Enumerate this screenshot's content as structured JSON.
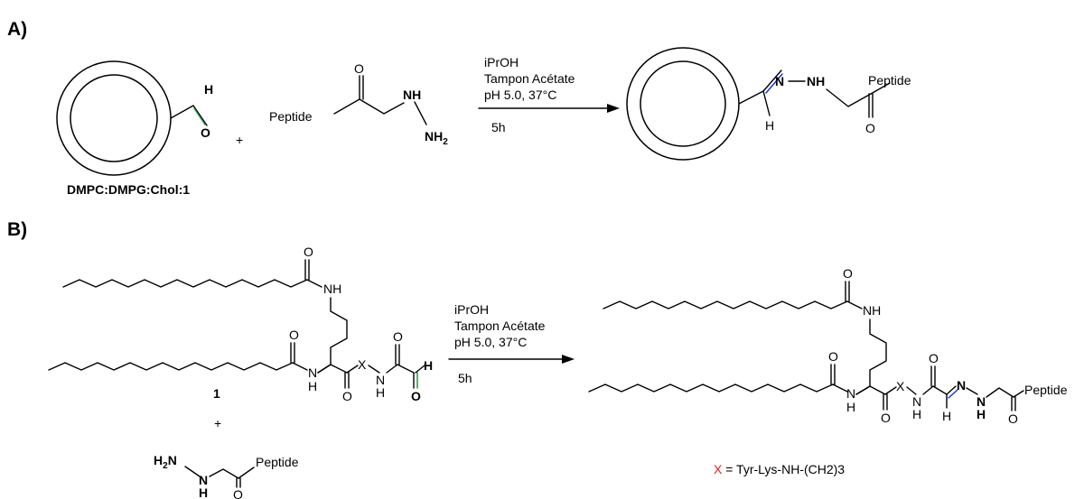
{
  "colors": {
    "aldehyde": "#1a8a3c",
    "hydrazine": "#1030d8",
    "linker": "#e02020",
    "ink": "#000000"
  },
  "panel_a": {
    "label": "A)",
    "liposome_label": "DMPC:DMPG:Chol:1",
    "plus": "+",
    "reagent_name": "Peptide",
    "conditions": [
      "iPrOH",
      "Tampon Acétate",
      "pH 5.0, 37°C"
    ],
    "time": "5h",
    "product_name": "Peptide"
  },
  "panel_b": {
    "label": "B)",
    "compound_number": "1",
    "plus": "+",
    "reagent_name": "Peptide",
    "conditions": [
      "iPrOH",
      "Tampon Acétate",
      "pH 5.0, 37°C"
    ],
    "time": "5h",
    "product_name": "Peptide",
    "legend_symbol": "X",
    "legend_text": " = Tyr-Lys-NH-(CH2)3"
  },
  "atoms": {
    "H": "H",
    "O": "O",
    "N": "N",
    "NH": "NH",
    "NH2": "NH",
    "two": "2",
    "H2N": "H",
    "H2N_n": "N",
    "X": "X"
  }
}
